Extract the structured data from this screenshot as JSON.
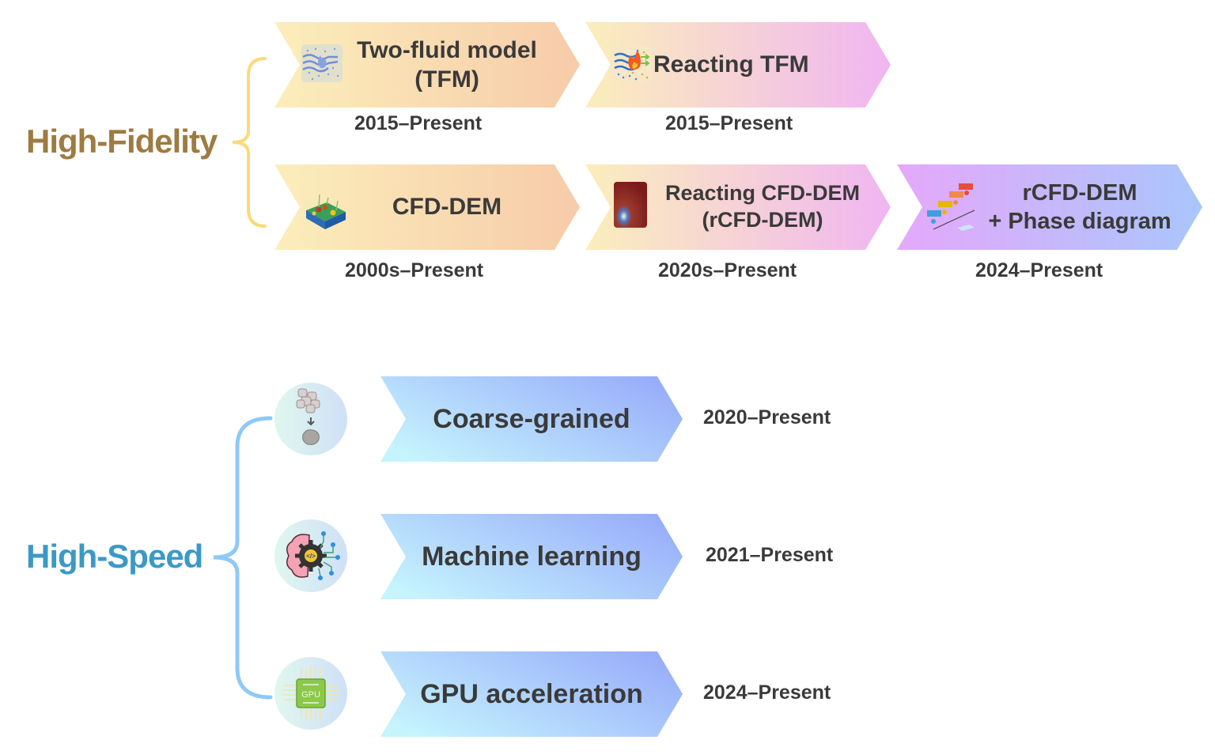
{
  "groups": {
    "high_fidelity": {
      "label": "High-Fidelity",
      "color": "#9e7b41",
      "brace_color": "#fcd97a",
      "items": [
        {
          "title_line1": "Two-fluid model",
          "title_line2": "(TFM)",
          "years": "2015–Present",
          "icon": "two-fluid-icon"
        },
        {
          "title_line1": "Reacting TFM",
          "title_line2": "",
          "years": "2015–Present",
          "icon": "reacting-tfm-icon"
        },
        {
          "title_line1": "CFD-DEM",
          "title_line2": "",
          "years": "2000s–Present",
          "icon": "cfd-dem-icon"
        },
        {
          "title_line1": "Reacting CFD-DEM",
          "title_line2": "(rCFD-DEM)",
          "years": "2020s–Present",
          "icon": "reacting-cfd-dem-icon"
        },
        {
          "title_line1": "rCFD-DEM",
          "title_line2": "+ Phase diagram",
          "years": "2024–Present",
          "icon": "phase-diagram-icon"
        }
      ]
    },
    "high_speed": {
      "label": "High-Speed",
      "color": "#3b99c6",
      "brace_color": "#8ec9f7",
      "items": [
        {
          "title": "Coarse-grained",
          "years": "2020–Present",
          "icon": "coarse-grained-icon"
        },
        {
          "title": "Machine learning",
          "years": "2021–Present",
          "icon": "machine-learning-icon"
        },
        {
          "title": "GPU acceleration",
          "years": "2024–Present",
          "icon": "gpu-icon",
          "icon_text": "GPU"
        }
      ]
    }
  },
  "colors": {
    "warm_start": "#fbeebb",
    "warm_end": "#f7cba9",
    "pink_end": "#f0b5f2",
    "purple_start": "#e5a8fb",
    "blue_end": "#a9c6fb",
    "cyan_start": "#c6f4fd",
    "speed_end": "#98adfa",
    "text": "#3a3a3a"
  }
}
